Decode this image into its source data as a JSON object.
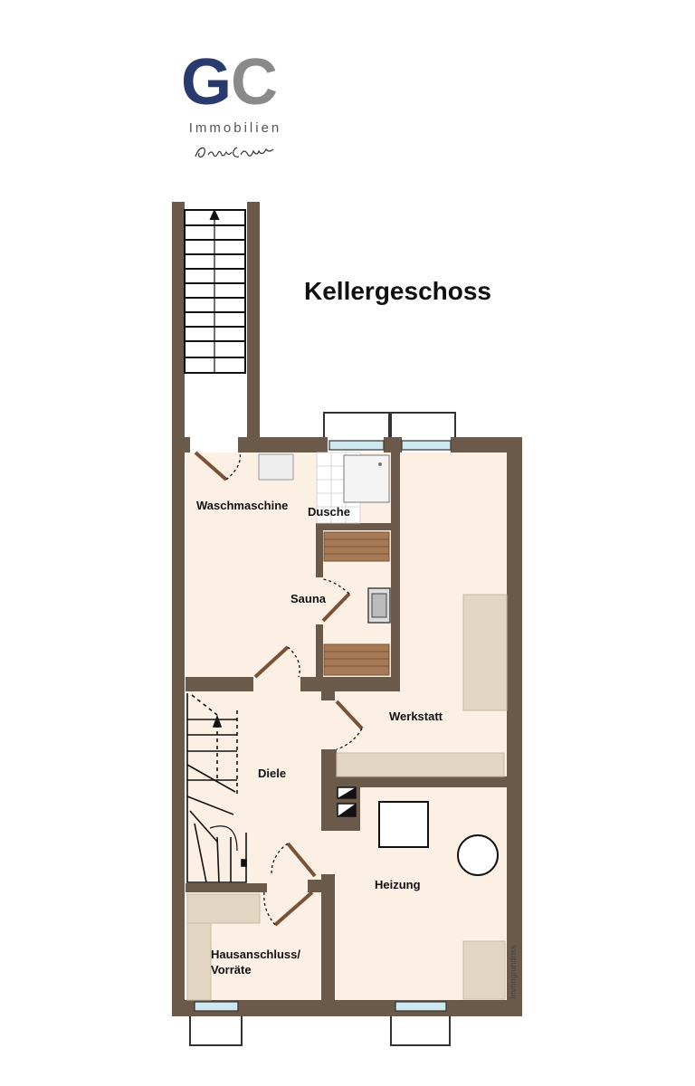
{
  "brand": {
    "logo_letters": "GC",
    "name": "Immobilien",
    "signature": "Gabriel Czajor",
    "colors": {
      "g": "#283a6e",
      "c": "#8a8a8a"
    }
  },
  "title": "Kellergeschoss",
  "rooms": {
    "waschmaschine": "Waschmaschine",
    "dusche": "Dusche",
    "sauna": "Sauna",
    "werkstatt": "Werkstatt",
    "diele": "Diele",
    "heizung": "Heizung",
    "hausanschluss_line1": "Hausanschluss/",
    "hausanschluss_line2": "Vorräte"
  },
  "watermark": "Immogrundriss",
  "colors": {
    "wall": "#6b5a4a",
    "floor": "#fcefe4",
    "wood": "#e2d6c2",
    "sauna_bench": "#a67a55",
    "window": "#cfe8ef"
  }
}
